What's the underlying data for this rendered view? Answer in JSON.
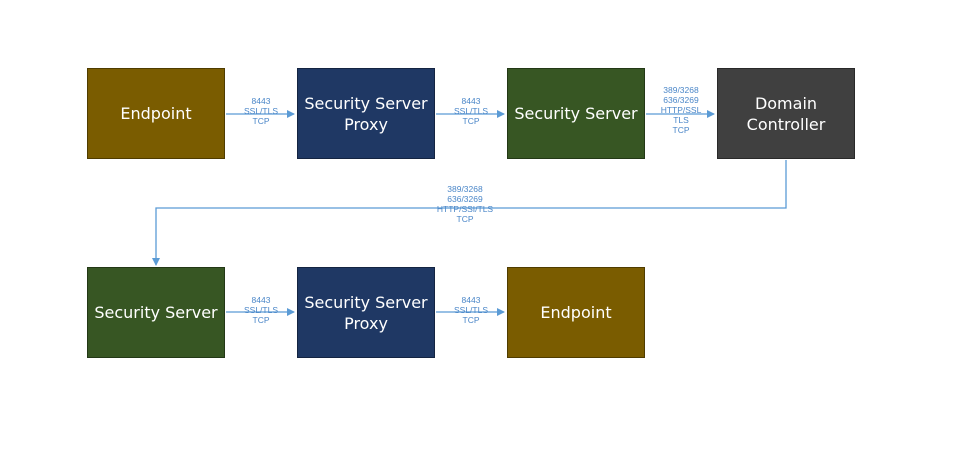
{
  "colors": {
    "endpoint": "#7a5c00",
    "proxy": "#1f3864",
    "security_server": "#375623",
    "domain_controller": "#404040",
    "connector": "#5b9bd5"
  },
  "nodes": {
    "endpoint_1": "Endpoint",
    "proxy_1": "Security Server\nProxy",
    "security_server_1": "Security Server",
    "domain_controller": "Domain\nController",
    "security_server_2": "Security Server",
    "proxy_2": "Security Server\nProxy",
    "endpoint_2": "Endpoint"
  },
  "edges": {
    "e1": "8443\nSSL/TLS\nTCP",
    "e2": "8443\nSSL/TLS\nTCP",
    "e3": "389/3268\n636/3269\nHTTP/SSL\nTLS\nTCP",
    "e4": "389/3268\n636/3269\nHTTP/SSI/TLS\nTCP",
    "e5": "8443\nSSL/TLS\nTCP",
    "e6": "8443\nSSL/TLS\nTCP"
  }
}
